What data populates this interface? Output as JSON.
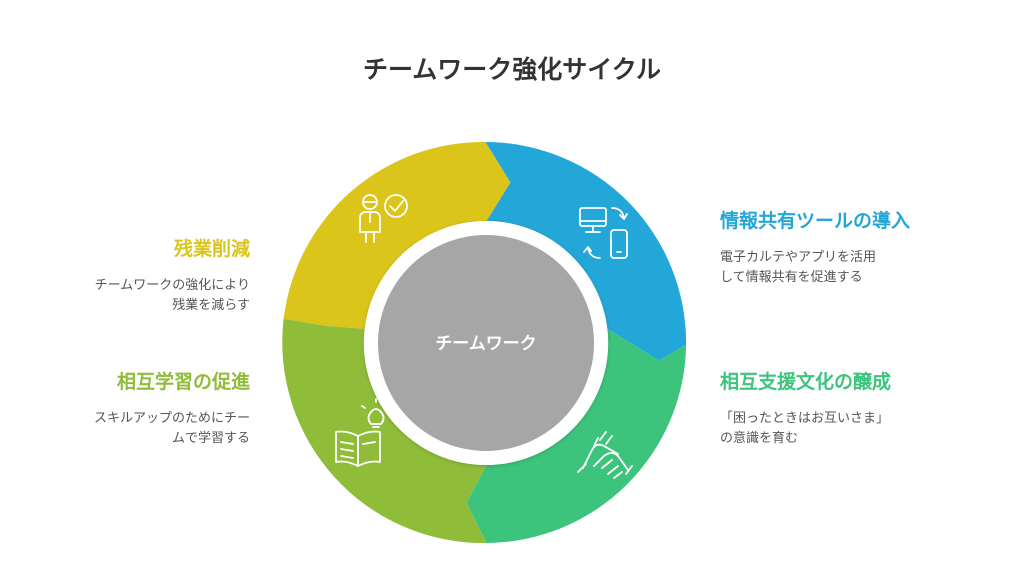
{
  "title": "チームワーク強化サイクル",
  "center": {
    "label": "チームワーク",
    "color": "#a6a6a6"
  },
  "segments": [
    {
      "id": "overtime",
      "heading": "残業削減",
      "desc_lines": [
        "チームワークの強化により",
        "残業を減らす"
      ],
      "color": "#dcc51a",
      "icon": "person-check-icon"
    },
    {
      "id": "info-tools",
      "heading": "情報共有ツールの導入",
      "desc_lines": [
        "電子カルテやアプリを活用",
        "して情報共有を促進する"
      ],
      "color": "#23a7d8",
      "icon": "devices-sync-icon"
    },
    {
      "id": "mutual-support",
      "heading": "相互支援文化の醸成",
      "desc_lines": [
        "「困ったときはお互いさま」",
        "の意識を育む"
      ],
      "color": "#3cc47c",
      "icon": "helping-hands-icon"
    },
    {
      "id": "mutual-learning",
      "heading": "相互学習の促進",
      "desc_lines": [
        "スキルアップのためにチー",
        "ムで学習する"
      ],
      "color": "#8fbd3a",
      "icon": "book-idea-icon"
    }
  ]
}
